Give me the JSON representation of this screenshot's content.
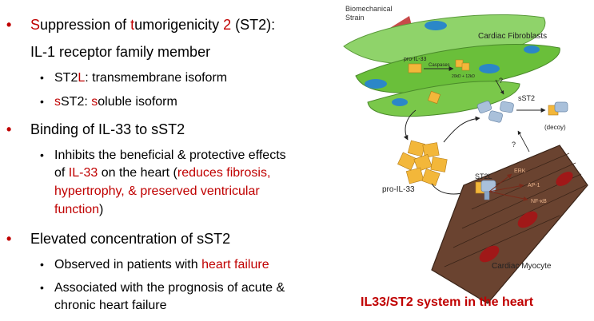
{
  "bullets": {
    "b1": {
      "s1": "S",
      "t1": "uppression of ",
      "s2": "t",
      "t2": "umorigenicity ",
      "s3": "2",
      "t3": " (ST2):"
    },
    "b1_sub": "IL-1 receptor family member",
    "b1_items": [
      {
        "a": "ST2",
        "b": "L",
        "c": ": transmembrane isoform"
      },
      {
        "a": "s",
        "b": "ST2: ",
        "c": "s",
        "d": "oluble isoform"
      }
    ],
    "b2": "Binding of IL-33 to sST2",
    "b2_item": {
      "l1": "Inhibits the beneficial & protective effects",
      "l2a": "of ",
      "l2b": "IL-33",
      "l2c": " on the heart (",
      "l2d": "reduces fibrosis,",
      "l3": "hypertrophy, & preserved ventricular",
      "l4a": "function",
      "l4b": ")"
    },
    "b3": "Elevated concentration of sST2",
    "b3_items": [
      {
        "a": "Observed in patients with ",
        "b": "heart failure"
      },
      {
        "l1": "Associated with the prognosis of acute &",
        "l2": "chronic heart failure"
      }
    ],
    "bullet_glyph": "•"
  },
  "diagram": {
    "biomech": [
      "Biomechanical",
      "Strain"
    ],
    "fibroblasts": "Cardiac Fibroblasts",
    "pro_il33_small": "pro-IL-33",
    "caspases": "Caspases",
    "cleave": "20kD + 12kD",
    "sst2": "sST2",
    "decoy": "(decoy)",
    "q1": "?",
    "q2": "?",
    "pro_il33": "pro-IL-33",
    "st2l": "ST2L",
    "erk": "ERK",
    "ap1": "AP-1",
    "nfkb": "NF-κB",
    "myocyte": "Cardiac Myocyte",
    "caption": "IL33/ST2 system in the heart"
  },
  "colors": {
    "accent": "#c00000",
    "fibroblast": "#6abf3a",
    "myocyte": "#5a3a2a",
    "il33": "#f3b73a",
    "st2": "#a9c0da"
  }
}
